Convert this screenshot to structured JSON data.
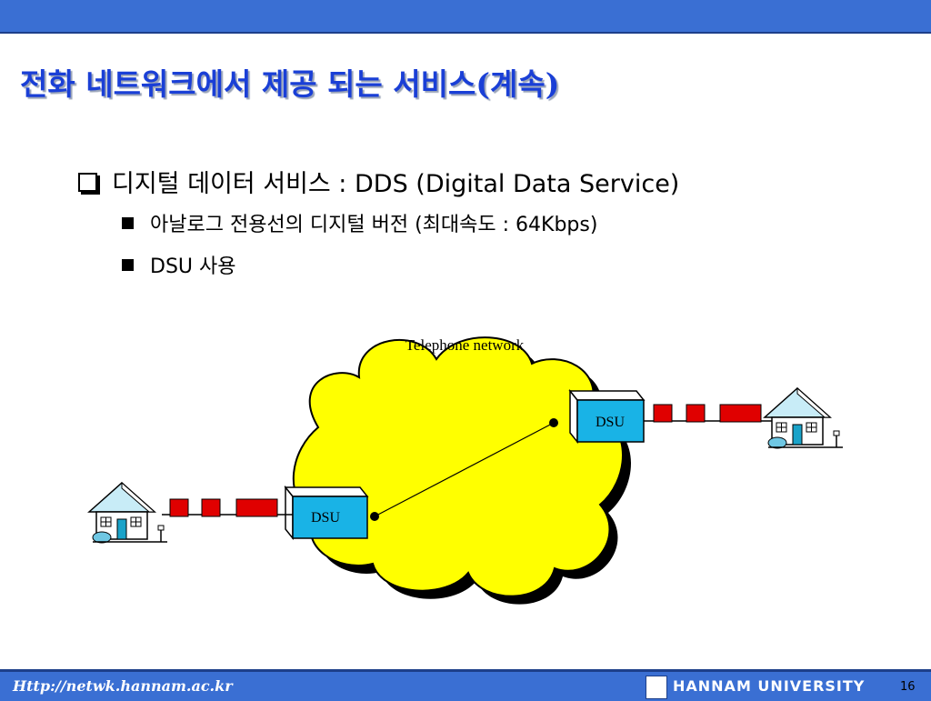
{
  "slide": {
    "title": "전화 네트워크에서 제공 되는 서비스(계속)",
    "bullet_main": "디지털 데이터 서비스 : DDS (Digital Data Service)",
    "sub_bullets": [
      "아날로그 전용선의 디지털 버전 (최대속도 : 64Kbps)",
      "DSU 사용"
    ]
  },
  "diagram": {
    "network_label": "Telephone network",
    "dsu_left_label": "DSU",
    "dsu_right_label": "DSU",
    "colors": {
      "cloud": "#ffff00",
      "dsu": "#19b3e6",
      "signal_block": "#e00000",
      "house_roof": "#c8ecf7",
      "house_door": "#1aa3c9"
    }
  },
  "footer": {
    "url": "Http://netwk.hannam.ac.kr",
    "university": "HANNAM UNIVERSITY",
    "page_number": "16"
  }
}
